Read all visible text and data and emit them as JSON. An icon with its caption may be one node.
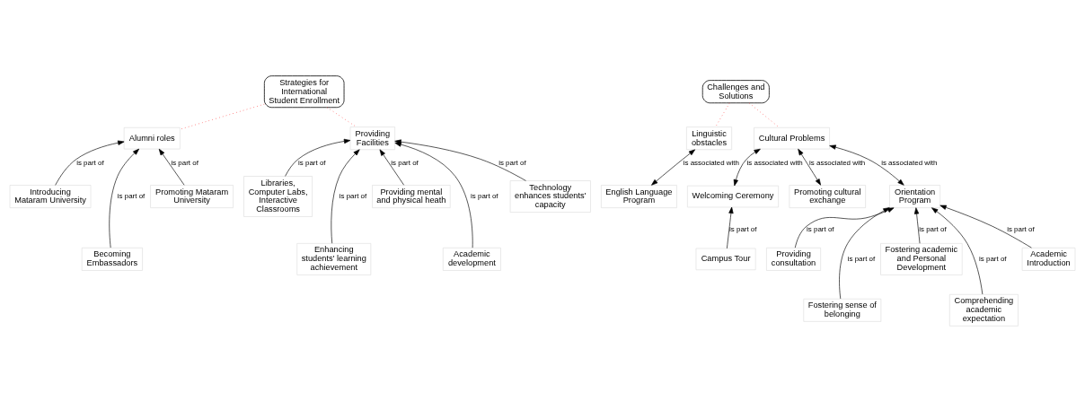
{
  "diagram": {
    "nodes": [
      {
        "text": [
          "Strategies for International Student Enrollment"
        ]
      },
      {
        "text": [
          "Introducing Mataram University"
        ]
      },
      {
        "text": [
          "Alumni roles"
        ]
      },
      {
        "text": [
          "Becoming Embassadors"
        ]
      },
      {
        "text": [
          "Promoting Mataram University"
        ]
      },
      {
        "text": [
          "Libraries, Computer Labs, Interactive Classrooms"
        ]
      },
      {
        "text": [
          "Enhancing students' learning achievement"
        ]
      },
      {
        "text": [
          "Providing Facilities"
        ]
      },
      {
        "text": [
          "Providing mental and physical heath"
        ]
      },
      {
        "text": [
          "Academic development"
        ]
      },
      {
        "text": [
          "Technology enhances students' capacity"
        ]
      },
      {
        "text": [
          "Challenges and Solutions"
        ]
      },
      {
        "text": [
          "Linguistic obstacles"
        ]
      },
      {
        "text": [
          "Cultural Problems"
        ]
      },
      {
        "text": [
          "English Language Program"
        ]
      },
      {
        "text": [
          "Welcoming Ceremony"
        ]
      },
      {
        "text": [
          "Campus Tour"
        ]
      },
      {
        "text": [
          "Promoting cultural exchange"
        ]
      },
      {
        "text": [
          "Providing consultation"
        ]
      },
      {
        "text": [
          "Fostering sense of belonging"
        ]
      },
      {
        "text": [
          "Fostering academic and Personal Development"
        ]
      },
      {
        "text": [
          "Orientation Program"
        ]
      },
      {
        "text": [
          "Comprehending academic expectation"
        ]
      },
      {
        "text": [
          "Academic Introduction"
        ]
      }
    ],
    "edges": [
      {
        "from": 0,
        "to": 2,
        "arrow": "none",
        "style": "dashed",
        "color": "#ff0000"
      },
      {
        "from": 0,
        "to": 7,
        "arrow": "none",
        "style": "dashed",
        "color": "#ff0000"
      },
      {
        "from": 1,
        "to": 2,
        "arrow": "to",
        "label": "is part of"
      },
      {
        "from": 3,
        "to": 2,
        "arrow": "to",
        "label": "is part of"
      },
      {
        "from": 4,
        "to": 2,
        "arrow": "to",
        "label": "is part of"
      },
      {
        "from": 5,
        "to": 7,
        "arrow": "to",
        "label": "is part of"
      },
      {
        "from": 6,
        "to": 7,
        "arrow": "to",
        "label": "is part of"
      },
      {
        "from": 8,
        "to": 7,
        "arrow": "to",
        "label": "is part of"
      },
      {
        "from": 9,
        "to": 7,
        "arrow": "to",
        "label": "is part of"
      },
      {
        "from": 10,
        "to": 7,
        "arrow": "to",
        "label": "is part of"
      },
      {
        "from": 11,
        "to": 12,
        "arrow": "none",
        "style": "dashed",
        "color": "#ff0000"
      },
      {
        "from": 11,
        "to": 13,
        "arrow": "none",
        "style": "dashed",
        "color": "#ff0000"
      },
      {
        "from": 12,
        "to": 14,
        "arrow": "both",
        "label": "is associated with"
      },
      {
        "from": 13,
        "to": 15,
        "arrow": "both",
        "label": "is associated with"
      },
      {
        "from": 13,
        "to": 17,
        "arrow": "both",
        "label": "is associated with"
      },
      {
        "from": 13,
        "to": 21,
        "arrow": "both",
        "label": "is associated with"
      },
      {
        "from": 16,
        "to": 15,
        "arrow": "to",
        "label": "is part of"
      },
      {
        "from": 18,
        "to": 21,
        "arrow": "to",
        "label": "is part of"
      },
      {
        "from": 19,
        "to": 21,
        "arrow": "to",
        "label": "is part of"
      },
      {
        "from": 20,
        "to": 21,
        "arrow": "to",
        "label": "is part of"
      },
      {
        "from": 22,
        "to": 21,
        "arrow": "to",
        "label": "is part of"
      },
      {
        "from": 23,
        "to": 21,
        "arrow": "to",
        "label": "is part of"
      }
    ]
  }
}
